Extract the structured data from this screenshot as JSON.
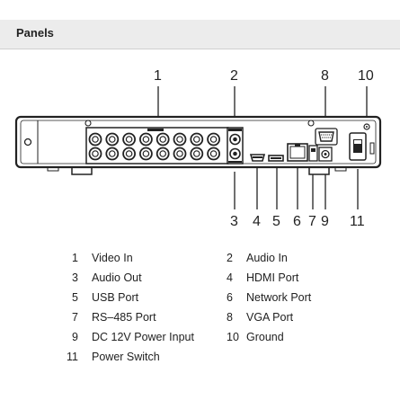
{
  "header": {
    "title": "Panels"
  },
  "callouts_top": [
    "1",
    "2",
    "8",
    "10"
  ],
  "callouts_bottom": [
    "3",
    "4",
    "5",
    "6",
    "7",
    "9",
    "11"
  ],
  "legend": [
    {
      "num": "1",
      "label": "Video In"
    },
    {
      "num": "2",
      "label": "Audio In"
    },
    {
      "num": "3",
      "label": "Audio Out"
    },
    {
      "num": "4",
      "label": "HDMI Port"
    },
    {
      "num": "5",
      "label": "USB Port"
    },
    {
      "num": "6",
      "label": "Network Port"
    },
    {
      "num": "7",
      "label": "RS–485 Port"
    },
    {
      "num": "8",
      "label": "VGA Port"
    },
    {
      "num": "9",
      "label": "DC 12V Power Input"
    },
    {
      "num": "10",
      "label": "Ground"
    },
    {
      "num": "11",
      "label": "Power Switch"
    }
  ]
}
